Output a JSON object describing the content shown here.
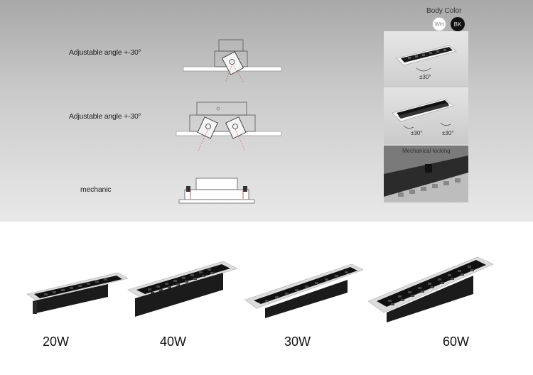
{
  "annotations": {
    "row1": "Adjustable angle +-30°",
    "row2": "Adjustable angle +-30°",
    "row3": "mechanic"
  },
  "body_color": {
    "title": "Body Color",
    "options": [
      "WH",
      "BK"
    ]
  },
  "photos": {
    "angle_single": "±30°",
    "angle_double_left": "±30°",
    "angle_double_right": "±30°",
    "locking_caption": "Mechanical locking"
  },
  "products": [
    {
      "wattage": "20W"
    },
    {
      "wattage": "40W"
    },
    {
      "wattage": "30W"
    },
    {
      "wattage": "60W"
    }
  ],
  "colors": {
    "housing": "#1a1a1a",
    "trim": "#d9d9d9",
    "background_top": "#c4c4c4"
  }
}
